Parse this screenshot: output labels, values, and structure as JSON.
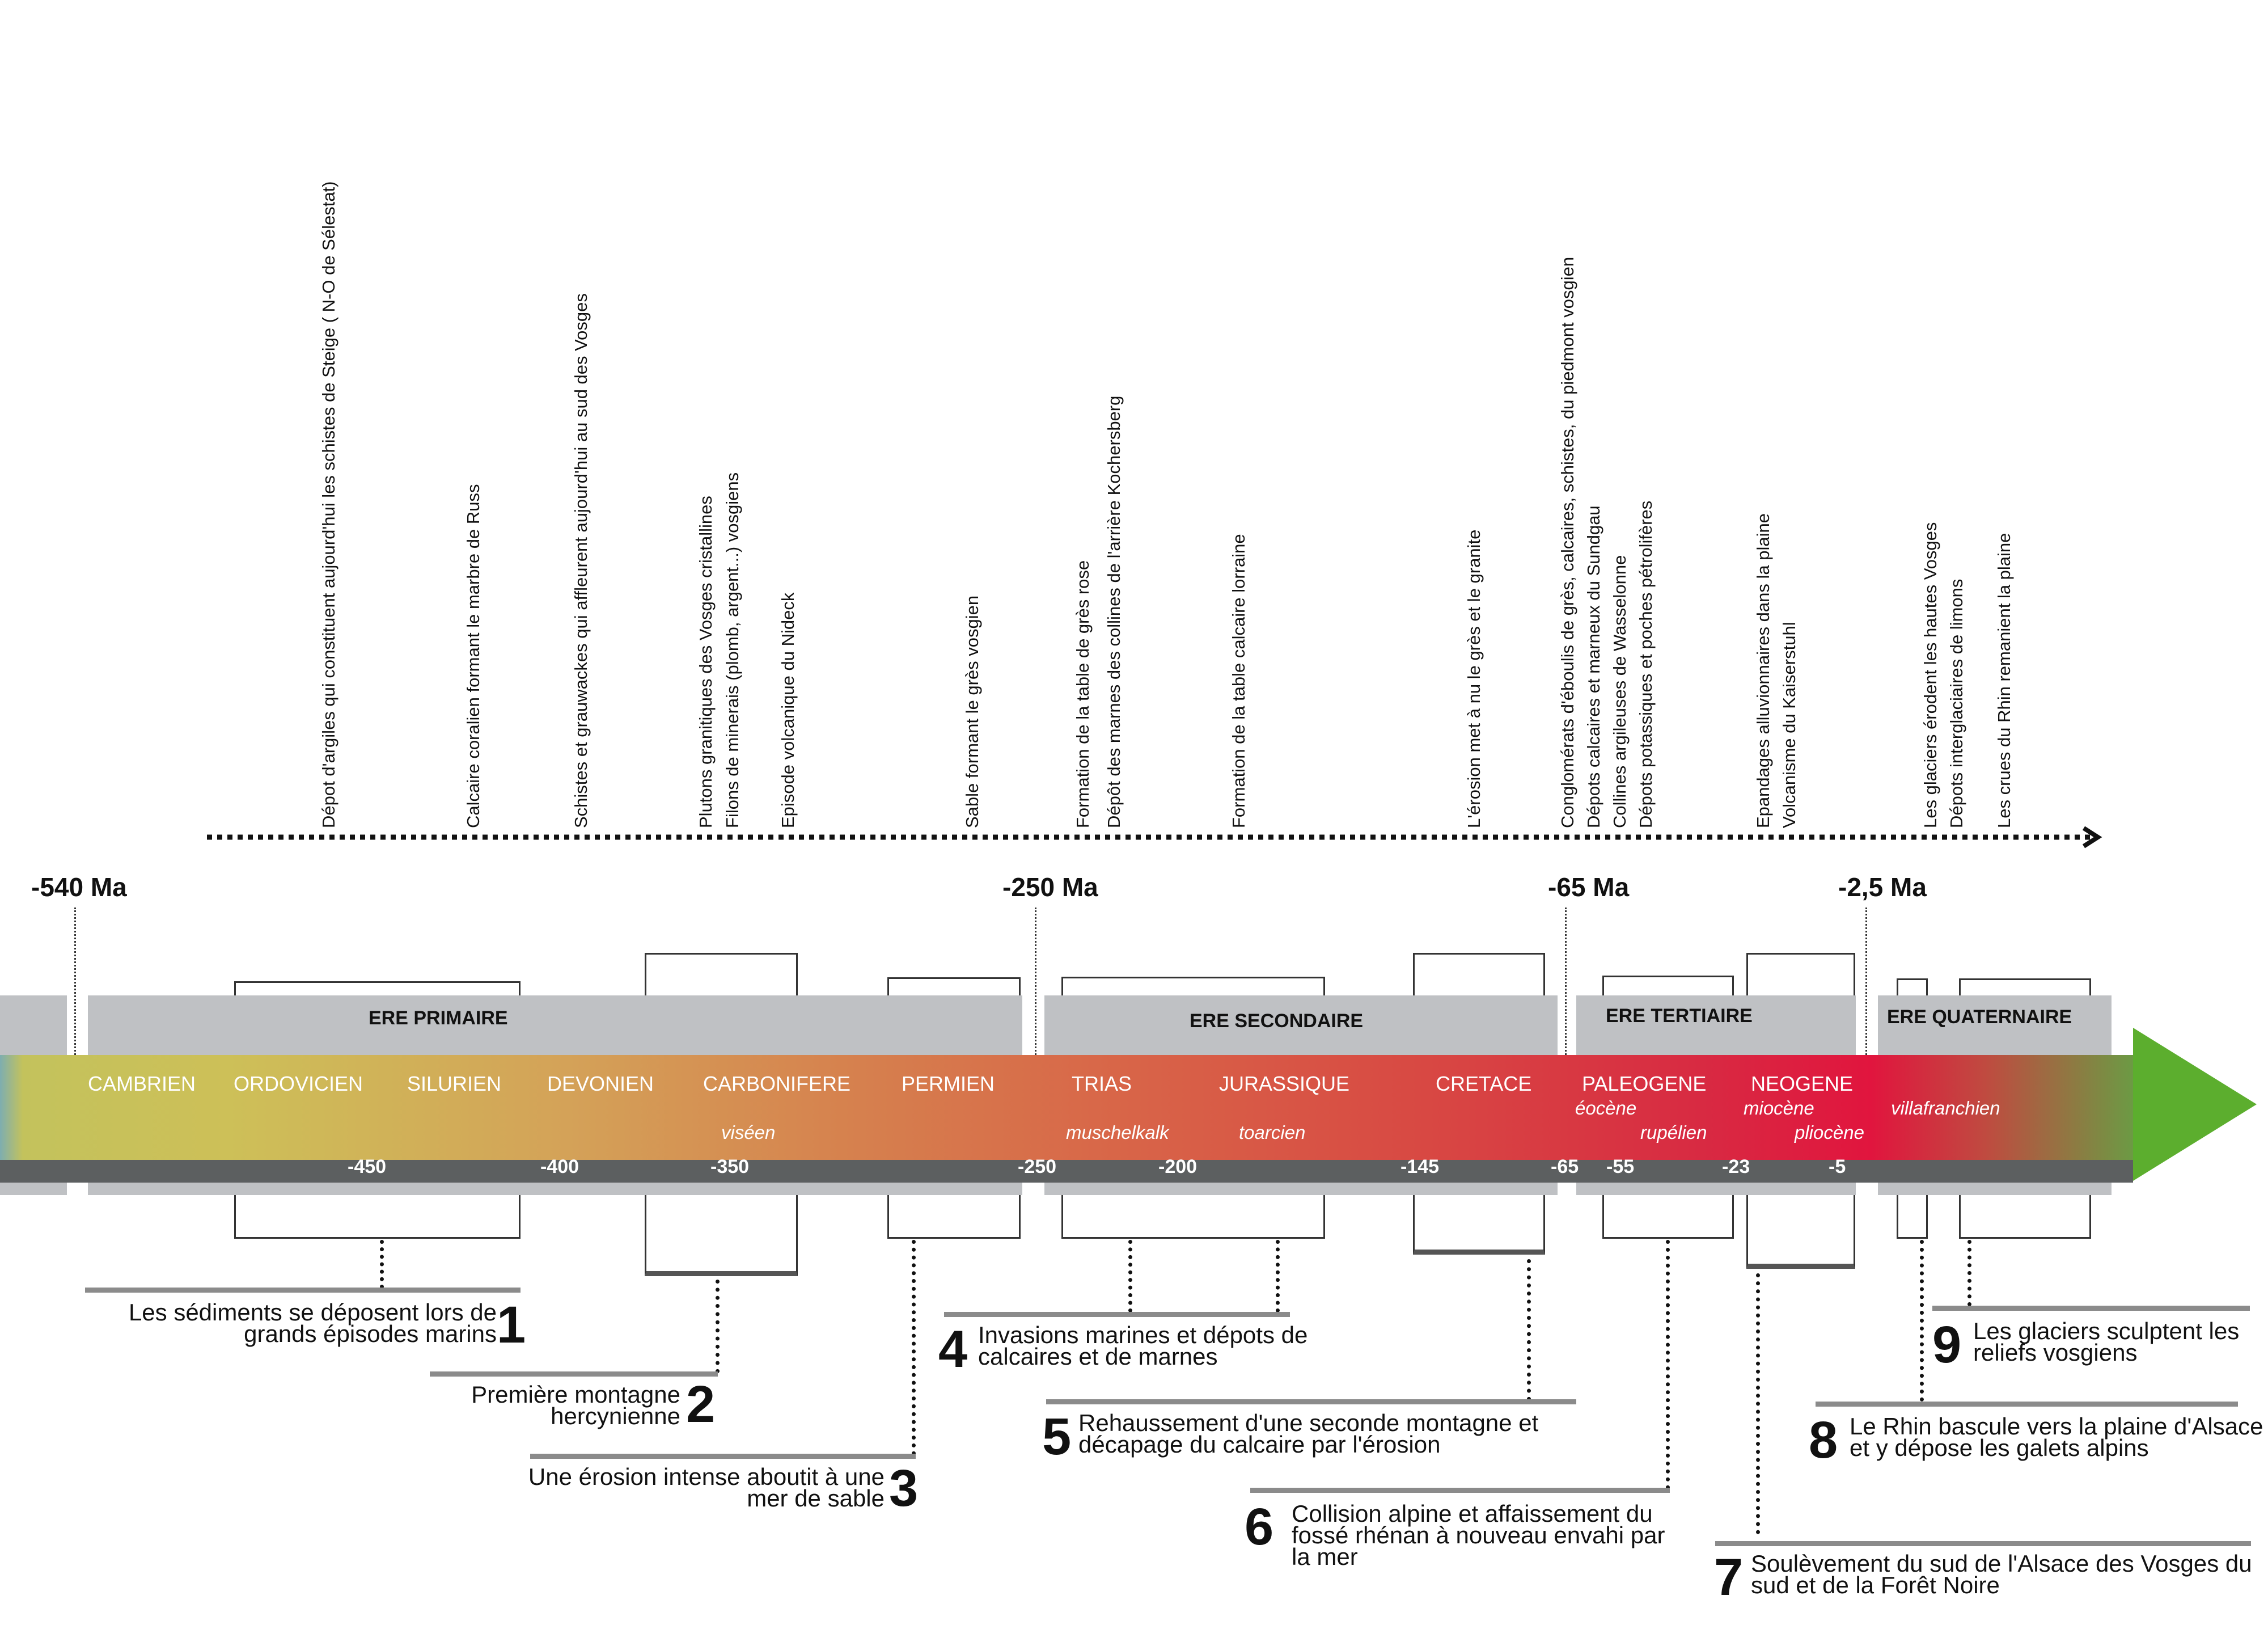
{
  "events": [
    "Dépot d'argiles qui constituent aujourd'hui les schistes de Steige ( N-O de Sélestat)",
    "Calcaire coralien formant le marbre de Russ",
    "Schistes et grauwackes qui affleurent aujourd'hui au sud des Vosges",
    "Plutons granitiques des Vosges cristallines",
    "Filons de minerais (plomb, argent...) vosgiens",
    "Episode volcanique du Nideck",
    "Sable formant le grès vosgien",
    "Formation de la table de grès rose",
    "Dépôt des marnes des collines de l'arrière Kochersberg",
    "Formation de la table calcaire lorraine",
    "L'érosion met à nu le grès et le granite",
    "Conglomérats d'éboulis de grès, calcaires, schistes, du piedmont vosgien",
    "Dépots calcaires et marneux du Sundgau",
    "Collines argileuses de Wasselonne",
    "Dépots potassiques et poches pétrolifères",
    "Epandages alluvionnaires dans la plaine",
    "Volcanisme du Kaiserstuhl",
    "Les glaciers érodent les hautes Vosges",
    "Dépots interglaciaires de limons",
    "Les crues du Rhin remanient la plaine"
  ],
  "milestones": [
    "-540 Ma",
    "-250 Ma",
    "-65 Ma",
    "-2,5 Ma"
  ],
  "eras": [
    "ERE PRIMAIRE",
    "ERE SECONDAIRE",
    "ERE TERTIAIRE",
    "ERE QUATERNAIRE"
  ],
  "periods": [
    "CAMBRIEN",
    "ORDOVICIEN",
    "SILURIEN",
    "DEVONIEN",
    "CARBONIFERE",
    "PERMIEN",
    "TRIAS",
    "JURASSIQUE",
    "CRETACE",
    "PALEOGENE",
    "NEOGENE"
  ],
  "epochs": [
    "viséen",
    "muschelkalk",
    "toarcien",
    "éocène",
    "rupélien",
    "miocène",
    "pliocène",
    "villafranchien"
  ],
  "ticks": [
    "-450",
    "-400",
    "-350",
    "-250",
    "-200",
    "-145",
    "-65",
    "-55",
    "-23",
    "-5"
  ],
  "steps": [
    {
      "n": "1",
      "text": "Les sédiments se déposent lors de grands épisodes marins"
    },
    {
      "n": "2",
      "text": "Première montagne hercynienne"
    },
    {
      "n": "3",
      "text": "Une érosion intense aboutit à une mer de sable"
    },
    {
      "n": "4",
      "text": "Invasions marines et dépots de calcaires et de marnes"
    },
    {
      "n": "5",
      "text": "Rehaussement d'une seconde montagne et décapage du calcaire par l'érosion"
    },
    {
      "n": "6",
      "text": "Collision alpine et affaissement du fossé rhénan à nouveau envahi par la mer"
    },
    {
      "n": "7",
      "text": "Soulèvement du sud de l'Alsace des Vosges du sud et de la Forêt Noire"
    },
    {
      "n": "8",
      "text": "Le Rhin bascule vers la plaine d'Alsace et y dépose les galets alpins"
    },
    {
      "n": "9",
      "text": "Les glaciers sculptent les reliefs vosgiens"
    }
  ]
}
